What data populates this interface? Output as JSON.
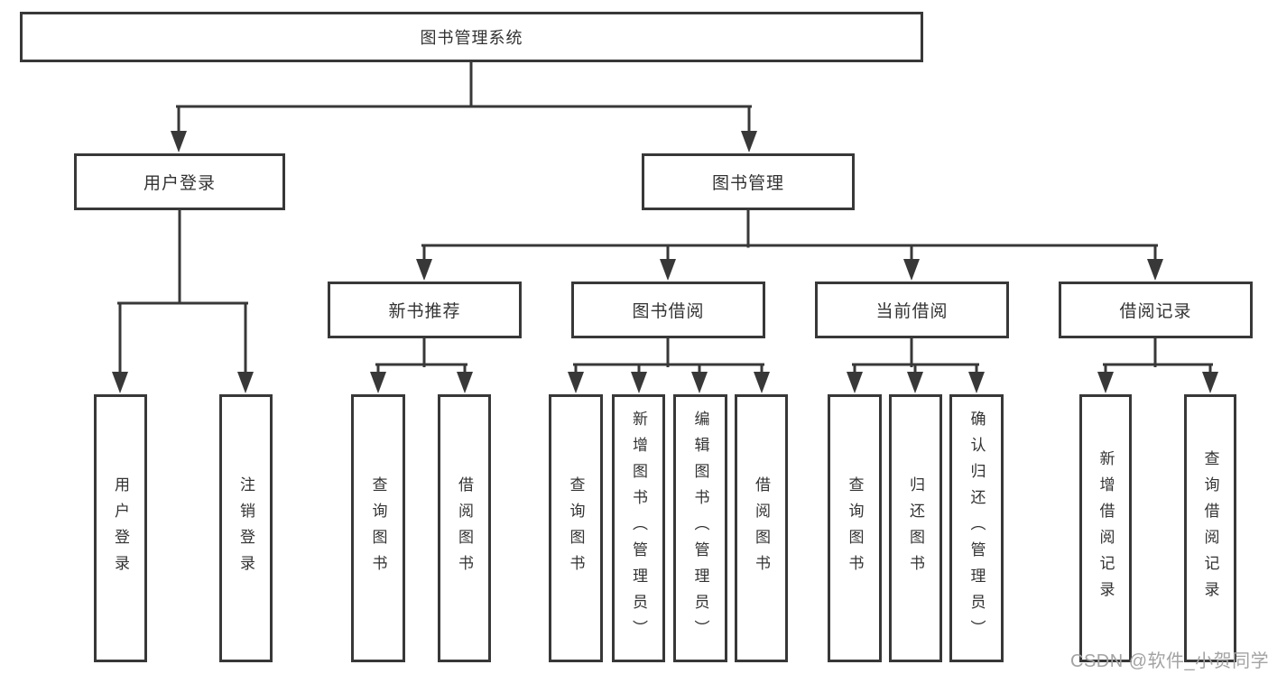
{
  "nodes": {
    "root": {
      "label": "图书管理系统"
    },
    "level2": [
      {
        "label": "用户登录"
      },
      {
        "label": "图书管理"
      }
    ],
    "level3": [
      {
        "label": "新书推荐"
      },
      {
        "label": "图书借阅"
      },
      {
        "label": "当前借阅"
      },
      {
        "label": "借阅记录"
      }
    ],
    "leaves": [
      {
        "label": "用户登录"
      },
      {
        "label": "注销登录"
      },
      {
        "label": "查询图书"
      },
      {
        "label": "借阅图书"
      },
      {
        "label": "查询图书"
      },
      {
        "label": "新增图书（管理员）"
      },
      {
        "label": "编辑图书（管理员）"
      },
      {
        "label": "借阅图书"
      },
      {
        "label": "查询图书"
      },
      {
        "label": "归还图书"
      },
      {
        "label": "确认归还（管理员）"
      },
      {
        "label": "新增借阅记录"
      },
      {
        "label": "查询借阅记录"
      }
    ]
  },
  "watermark": {
    "text": "CSDN @软件_小贺同学"
  },
  "colors": {
    "line": "#383838",
    "text": "#333333",
    "watermark": "#a3a3a3",
    "background": "#ffffff"
  }
}
